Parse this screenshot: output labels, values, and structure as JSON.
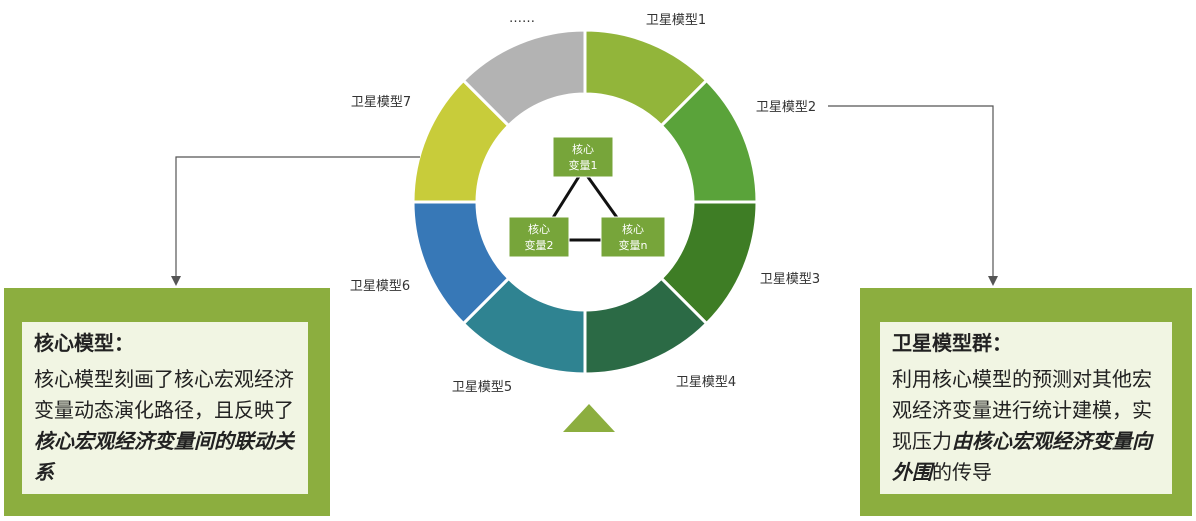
{
  "ellipsis": "……",
  "satellites": [
    {
      "label": "卫星模型1",
      "color": "#92b53a"
    },
    {
      "label": "卫星模型2",
      "color": "#5aa33a"
    },
    {
      "label": "卫星模型3",
      "color": "#3e7d25"
    },
    {
      "label": "卫星模型4",
      "color": "#2b6a45"
    },
    {
      "label": "卫星模型5",
      "color": "#2f8391"
    },
    {
      "label": "卫星模型6",
      "color": "#3778b7"
    },
    {
      "label": "卫星模型7",
      "color": "#c8cc3a"
    },
    {
      "label": "",
      "color": "#b3b3b3"
    }
  ],
  "core_nodes": [
    {
      "line1": "核心",
      "line2": "变量1"
    },
    {
      "line1": "核心",
      "line2": "变量2"
    },
    {
      "line1": "核心",
      "line2": "变量n"
    }
  ],
  "colors": {
    "box_border": "#8cae3f",
    "box_fill": "#f1f5e3",
    "core_fill": "#77a53a",
    "connector": "#555555",
    "pointer": "#8cae3f"
  },
  "left_box": {
    "title": "核心模型：",
    "text": "核心模型刻画了核心宏观经济变量动态演化路径，且反映了",
    "emphasis": "核心宏观经济变量间的联动关系",
    "tail": ""
  },
  "right_box": {
    "title": "卫星模型群：",
    "text": "利用核心模型的预测对其他宏观经济变量进行统计建模，实现压力",
    "emphasis": "由核心宏观经济变量向外围",
    "tail": "的传导"
  }
}
